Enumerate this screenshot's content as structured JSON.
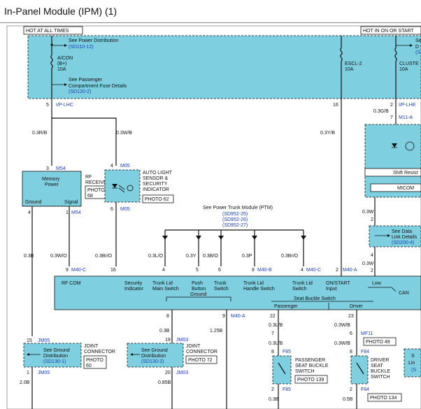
{
  "header": {
    "title": "In-Panel Module (IPM) (1)"
  },
  "top_boxes": {
    "hot_all_times": "HOT AT ALL TIMES",
    "hot_in_on_or_start": "HOT IN ON OR START"
  },
  "fuse_panel": {
    "see_power_distribution": "See Power Distribution",
    "see_power_distribution_ref": "(SD110-12)",
    "acon_name": "A/CON",
    "acon_b": "(B+)",
    "acon_rating": "10A",
    "see_passenger_1": "See Passenger",
    "see_passenger_2": "Compartment Fuse Details",
    "see_passenger_ref": "(SD120-2)",
    "escl_name": "ESCL-2",
    "escl_rating": "10A",
    "cluster_name": "CLUSTE",
    "cluster_rating": "10A",
    "right_se": "Se",
    "right_d": "D",
    "right_s": "(S"
  },
  "connectors": {
    "i_p_lhc": "I/P-LHC",
    "i_p_lhe": "I/P-LHE",
    "pin5": "5",
    "pin16": "16",
    "pin2": "2",
    "m11a": "M11-A",
    "pin7": "7",
    "m54": "M54",
    "pin3": "3",
    "pin4": "4",
    "pin1": "1",
    "m05": "M05",
    "pin4b": "4",
    "pin6": "6",
    "m40c": "M40-C",
    "m40b": "M40-B",
    "m40a": "M40-A",
    "m40a2": "M40-A",
    "m40c2": "M40-C",
    "jm05": "JM05",
    "jm03": "JM03",
    "mf11": "MF11",
    "f85": "F85",
    "f84": "F84"
  },
  "wires": {
    "w_03r_b": "0.3R/B",
    "w_03w_b": "0.3W/B",
    "w_03y_b": "0.3Y/B",
    "w_03g_b": "0.3G/B",
    "w_03b_a": "0.3B",
    "w_03w_o": "0.3W/O",
    "w_03br_o": "0.3Br/O",
    "w_03l_o": "0.3L/O",
    "w_03y": "0.3Y",
    "w_03b_o": "0.3B/O",
    "w_03p": "0.3P",
    "w_03br_o2": "0.3Br/O",
    "w_03w": "0.3W",
    "w_03w2": "0.3W",
    "w_03b_b": "0.3B",
    "w_125b": "1.25B",
    "w_03l_b": "0.3L/B",
    "w_03l_b2": "0.3L/B",
    "w_03w_b2": "0.3W/B",
    "w_03w_b3": "0.3W/B",
    "w_20b": "2.0B",
    "w_085b": "0.85B",
    "w_03b_c": "0.3B",
    "w_05b": "0.5B"
  },
  "components": {
    "memory_power_1": "Memory",
    "memory_power_2": "Power",
    "ground": "Ground",
    "signal": "Signal",
    "rf_receiver_1": "RF",
    "rf_receiver_2": "RECEIVER",
    "photo68_1": "PHOTO",
    "photo68_2": "68",
    "autolight_1": "AUTO LIGHT",
    "autolight_2": "SENSOR &",
    "autolight_3": "SECURITY",
    "autolight_4": "INDICATOR",
    "photo62": "PHOTO 62",
    "ptm_title": "See Power Trunk Module (PTM)",
    "ptm_ref1": "(SD952-25)",
    "ptm_ref2": "(SD952-26)",
    "ptm_ref3": "(SD952-27)",
    "shift_resist": "Shift Resist",
    "micom": "MICOM",
    "data_link_1": "See Data",
    "data_link_2": "Link Details",
    "data_link_ref": "(SD200-4)",
    "right_s": "S",
    "right_lin": "Lin",
    "right_paren": "(S"
  },
  "ipm": {
    "rf_com": "RF COM",
    "security_1": "Security",
    "security_2": "Indicator",
    "tlms_1": "Trunk Lid",
    "tlms_2": "Main Switch",
    "push_1": "Push",
    "push_2": "Button",
    "trunk_1": "Trunk",
    "trunk_2": "Switch",
    "tlhs_1": "Trunk Lid",
    "tlhs_2": "Handle Switch",
    "tls_1": "Trunk Lid",
    "tls_2": "Switch",
    "onstart_1": "ON/START",
    "onstart_2": "Input",
    "low": "Low",
    "can": "CAN",
    "ground": "Ground",
    "seat_buckle_switch": "Seat Buckle Switch",
    "passenger": "Passenger",
    "driver": "Driver",
    "p16": "16",
    "p4": "4",
    "p5": "5",
    "p6": "6",
    "p8": "8",
    "p4b": "4",
    "p2": "2",
    "p9": "9"
  },
  "lower": {
    "pin8": "8",
    "pin9": "9",
    "pin15": "15",
    "pin19": "19",
    "pin1": "1",
    "pin20": "20",
    "pin22": "22",
    "pin23": "23",
    "pin7": "7",
    "pin6": "6",
    "pin8b": "8",
    "pin8c": "8",
    "pin2": "2",
    "pin2b": "2",
    "see_ground_1": "See Ground",
    "see_ground_2": "Distribution",
    "see_ground_ref1": "(SD130-1)",
    "see_ground_ref2": "(SD130-2)",
    "joint_connector_1": "JOINT",
    "joint_connector_2": "CONNECTOR",
    "photo60_1": "PHOTO",
    "photo60_2": "60",
    "photo72": "PHOTO 72",
    "photo49": "PHOTO 49",
    "psbs_1": "PASSENGER",
    "psbs_2": "SEAT BUCKLE",
    "psbs_3": "SWITCH",
    "photo139": "PHOTO 139",
    "dsbs_1": "DRIVER",
    "dsbs_2": "SEAT",
    "dsbs_3": "BUCKLE",
    "dsbs_4": "SWITCH",
    "photo134": "PHOTO 134",
    "right_s": "S",
    "right_lin": "Lin",
    "right_paren": "(S"
  },
  "colors": {
    "module_fill": "#7ecfe0",
    "ref_blue": "#1a3fb5",
    "wire": "#111111"
  }
}
